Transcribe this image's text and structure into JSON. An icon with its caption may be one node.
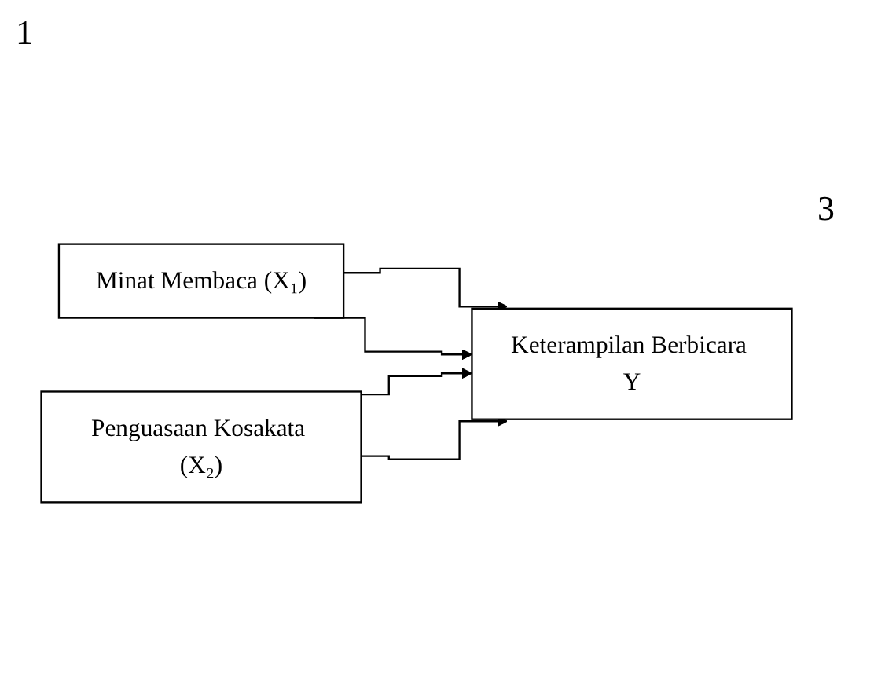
{
  "diagram": {
    "nodes": [
      {
        "text": [
          "Minat Membaca (X₁)"
        ]
      },
      {
        "text": [
          "Penguasaan Kosakata (X₂)"
        ]
      },
      {
        "text": [
          "Keterampilan Berbicara Y"
        ]
      }
    ],
    "edges": [
      {
        "from": 0,
        "to": 2,
        "arrow": "to"
      },
      {
        "from": 0,
        "to": 2,
        "arrow": "to"
      },
      {
        "from": 1,
        "to": 2,
        "arrow": "to"
      },
      {
        "from": 1,
        "to": 2,
        "arrow": "to"
      }
    ],
    "labels": [
      "1",
      "3"
    ]
  }
}
